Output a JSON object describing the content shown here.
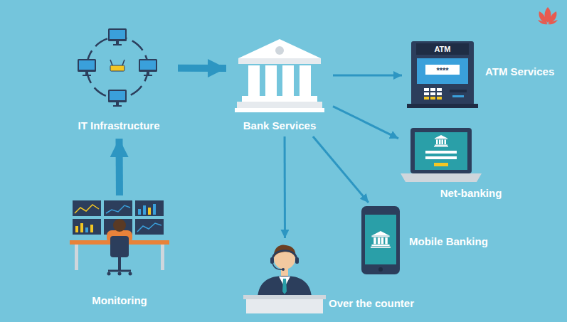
{
  "diagram": {
    "nodes": [
      {
        "text": [
          "IT Infrastructure"
        ]
      },
      {
        "text": [
          "Bank Services"
        ]
      },
      {
        "text": [
          "ATM Services"
        ]
      },
      {
        "text": [
          "Net-banking"
        ]
      },
      {
        "text": [
          "Mobile Banking"
        ]
      },
      {
        "text": [
          "Monitoring"
        ]
      },
      {
        "text": [
          "Over the counter"
        ]
      }
    ],
    "edges": [
      {
        "from": 5,
        "to": 0,
        "arrow": "to"
      },
      {
        "from": 0,
        "to": 1,
        "arrow": "to"
      },
      {
        "from": 1,
        "to": 2,
        "arrow": "to"
      },
      {
        "from": 1,
        "to": 3,
        "arrow": "to"
      },
      {
        "from": 1,
        "to": 4,
        "arrow": "to"
      },
      {
        "from": 1,
        "to": 6,
        "arrow": "to"
      }
    ],
    "labels": [
      "ATM",
      "****"
    ]
  }
}
